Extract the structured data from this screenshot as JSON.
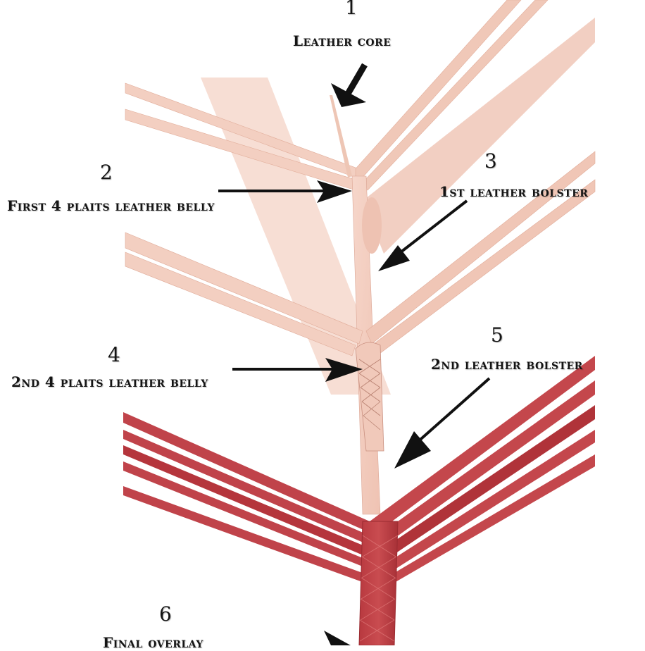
{
  "diagram": {
    "title": "Leather whip plaiting construction stages",
    "colors": {
      "raw_leather": "#f3cdbf",
      "raw_leather_dark": "#e6b3a1",
      "dyed_leather": "#c2454a",
      "dyed_leather_dark": "#a8323a",
      "arrow": "#111111",
      "background": "#ffffff"
    },
    "steps": [
      {
        "number": "1",
        "label": "Leather Core"
      },
      {
        "number": "2",
        "label": "First 4 Plaits Leather Belly"
      },
      {
        "number": "3",
        "label": "1st Leather Bolster"
      },
      {
        "number": "4",
        "label": "2nd 4 Plaits Leather Belly"
      },
      {
        "number": "5",
        "label": "2nd Leather Bolster"
      },
      {
        "number": "6",
        "label": "Final Overlay"
      }
    ]
  }
}
